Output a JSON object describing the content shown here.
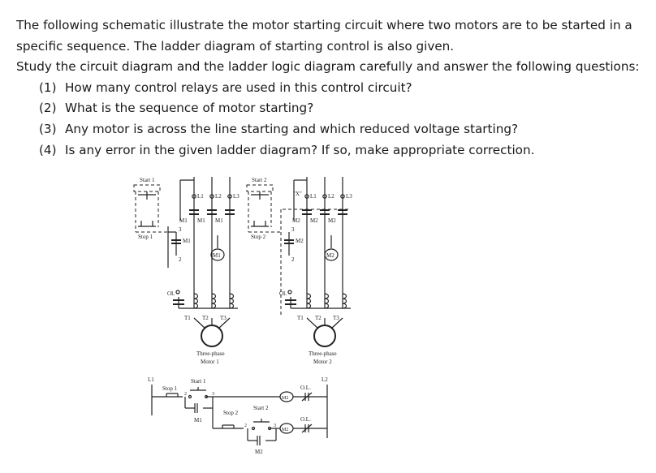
{
  "intro": {
    "line1": "The following schematic illustrate the motor starting circuit where two motors are to be started in a",
    "line2": "specific sequence. The ladder diagram of starting control is also given.",
    "line3": "Study the circuit diagram and the ladder logic diagram carefully and answer the following questions:"
  },
  "questions": [
    {
      "num": "(1)",
      "text": "How many control relays are used in this control circuit?"
    },
    {
      "num": "(2)",
      "text": "What is the sequence of motor starting?"
    },
    {
      "num": "(3)",
      "text": "Any motor is across the line starting and which reduced voltage starting?"
    },
    {
      "num": "(4)",
      "text": "Is any error in the given ladder diagram? If so, make appropriate correction."
    }
  ],
  "schematic": {
    "motor1": {
      "start": "Start 1",
      "stop": "Stop 1",
      "l1": "L1",
      "l2": "L2",
      "l3": "L3",
      "m1": "M1",
      "coil": "M1",
      "w3": "3",
      "w2": "2",
      "ol": "OL",
      "t1": "T1",
      "t2": "T2",
      "t3": "T3",
      "caption1": "Three-phase",
      "caption2": "Motor 1"
    },
    "motor2": {
      "start": "Start 2",
      "stop": "Stop 2",
      "x": "\"X\"",
      "l1": "L1",
      "l2": "L2",
      "l3": "L3",
      "m2": "M2",
      "coil": "M2",
      "w3": "3",
      "w2": "2",
      "ol": "OL",
      "t1": "T1",
      "t2": "T2",
      "t3": "T3",
      "caption1": "Three-phase",
      "caption2": "Motor 2"
    },
    "ladder": {
      "l1": "L1",
      "l2": "L2",
      "stop1": "Stop 1",
      "start1": "Start 1",
      "m1": "M1",
      "n2": "2",
      "n3": "3",
      "coil1": "M2",
      "ol1": "O.L.",
      "stop2": "Stop 2",
      "start2": "Start 2",
      "m2": "M2",
      "n2b": "2",
      "n3b": "3",
      "coil2": "M2",
      "ol2": "O.L."
    }
  }
}
